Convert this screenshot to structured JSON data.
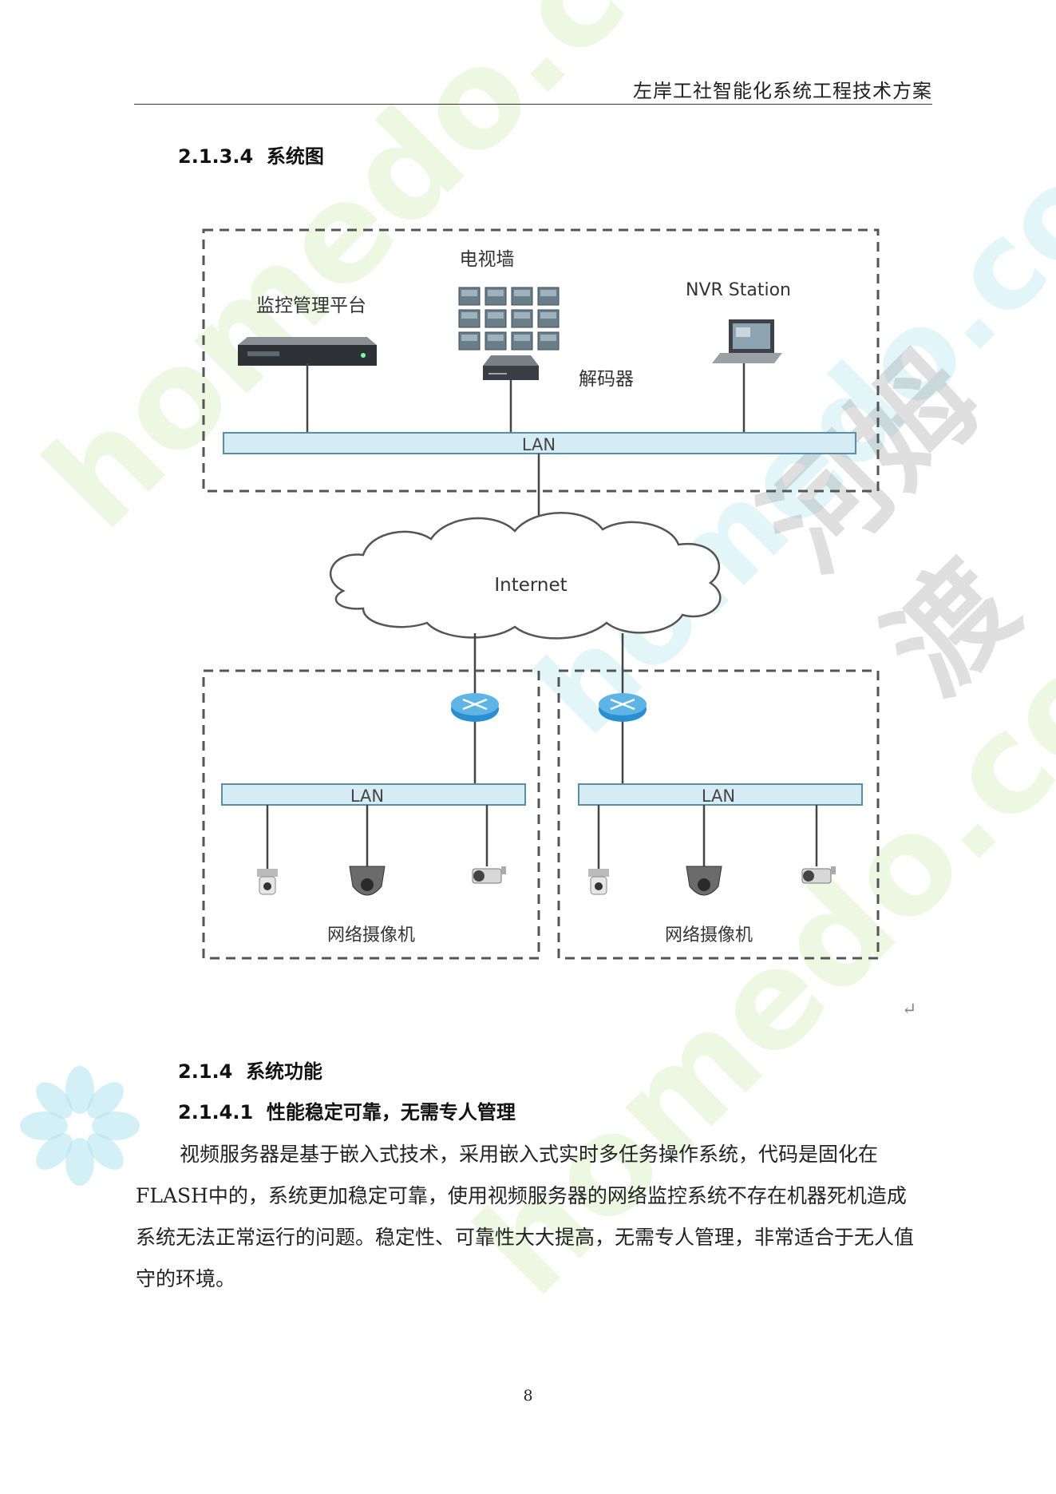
{
  "header": {
    "title": "左岸工社智能化系统工程技术方案"
  },
  "section_diagram": {
    "number": "2.1.3.4",
    "title": "系统图"
  },
  "diagram": {
    "tv_wall_label": "电视墙",
    "mgmt_platform_label": "监控管理平台",
    "nvr_label": "NVR Station",
    "decoder_label": "解码器",
    "lan_top_label": "LAN",
    "internet_label": "Internet",
    "lan_left_label": "LAN",
    "lan_right_label": "LAN",
    "camera_left_label": "网络摄像机",
    "camera_right_label": "网络摄像机"
  },
  "section_function": {
    "number": "2.1.4",
    "title": "系统功能"
  },
  "subsection": {
    "number": "2.1.4.1",
    "title": "性能稳定可靠，无需专人管理"
  },
  "paragraph": "视频服务器是基于嵌入式技术，采用嵌入式实时多任务操作系统，代码是固化在FLASH中的，系统更加稳定可靠，使用视频服务器的网络监控系统不存在机器死机造成系统无法正常运行的问题。稳定性、可靠性大大提高，无需专人管理，非常适合于无人值守的环境。",
  "page_number": "8",
  "watermark": {
    "text_cn": "河姆渡",
    "text_en": "homedo.com"
  },
  "colors": {
    "lan_fill": "#d6ecf5",
    "lan_stroke": "#5a8ea8",
    "router": "#2a8fd0"
  }
}
